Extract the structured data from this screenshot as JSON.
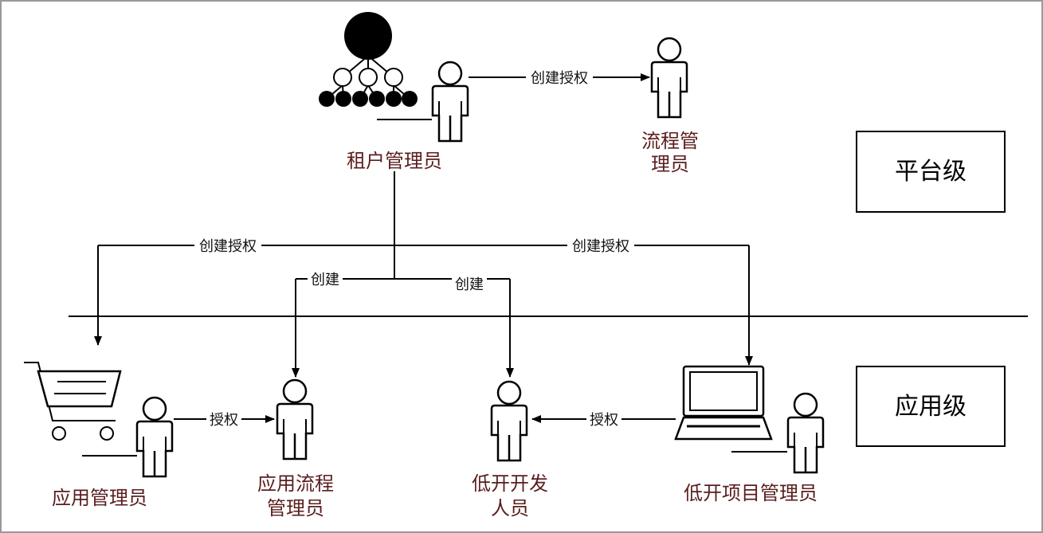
{
  "nodes": {
    "tenant_admin": [
      "租户管理员"
    ],
    "process_admin": [
      "流程管",
      "理员"
    ],
    "app_admin": [
      "应用管理员"
    ],
    "app_process_admin": [
      "应用流程",
      "管理员"
    ],
    "lowcode_dev": [
      "低开开发",
      "人员"
    ],
    "lowcode_pm": [
      "低开项目管理员"
    ]
  },
  "levels": {
    "platform": "平台级",
    "application": "应用级"
  },
  "edges": {
    "tenant_to_process": "创建授权",
    "tenant_to_app_admin": "创建授权",
    "tenant_to_app_process": "创建",
    "tenant_to_dev": "创建",
    "tenant_to_pm": "创建授权",
    "app_admin_to_app_process": "授权",
    "pm_to_dev": "授权"
  },
  "icons": [
    "org-chart-icon",
    "shopping-cart-icon",
    "laptop-icon",
    "person-icon"
  ],
  "colors": {
    "role_text": "#5a1e1e",
    "line": "#000000"
  }
}
